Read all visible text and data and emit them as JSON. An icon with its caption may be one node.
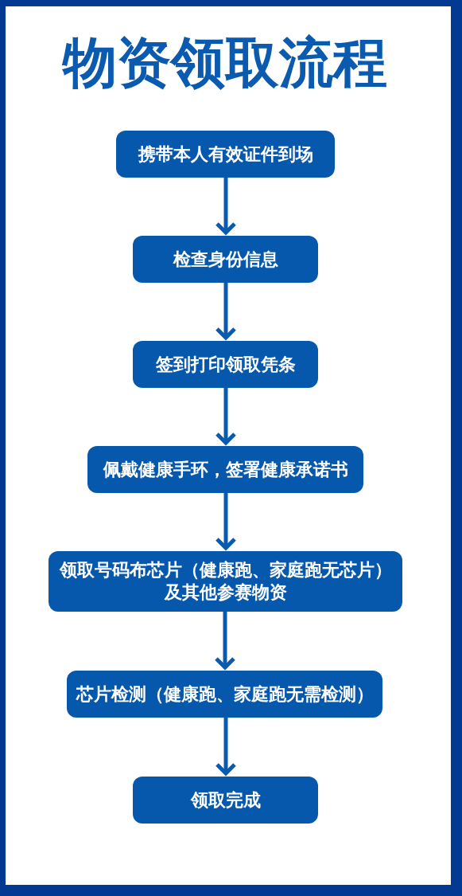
{
  "diagram": {
    "title": "物资领取流程",
    "nodes": [
      {
        "text": [
          "携带本人有效证件到场"
        ]
      },
      {
        "text": [
          "检查身份信息"
        ]
      },
      {
        "text": [
          "签到打印领取凭条"
        ]
      },
      {
        "text": [
          "佩戴健康手环，签署健康承诺书"
        ]
      },
      {
        "text": [
          "领取号码布芯片（健康跑、家庭跑无芯片）及其他参赛物资"
        ]
      },
      {
        "text": [
          "芯片检测（健康跑、家庭跑无需检测）"
        ]
      },
      {
        "text": [
          "领取完成"
        ]
      }
    ],
    "edges": [
      {
        "from": 0,
        "to": 1,
        "arrow": "to"
      },
      {
        "from": 1,
        "to": 2,
        "arrow": "to"
      },
      {
        "from": 2,
        "to": 3,
        "arrow": "to"
      },
      {
        "from": 3,
        "to": 4,
        "arrow": "to"
      },
      {
        "from": 4,
        "to": 5,
        "arrow": "to"
      },
      {
        "from": 5,
        "to": 6,
        "arrow": "to"
      }
    ]
  }
}
